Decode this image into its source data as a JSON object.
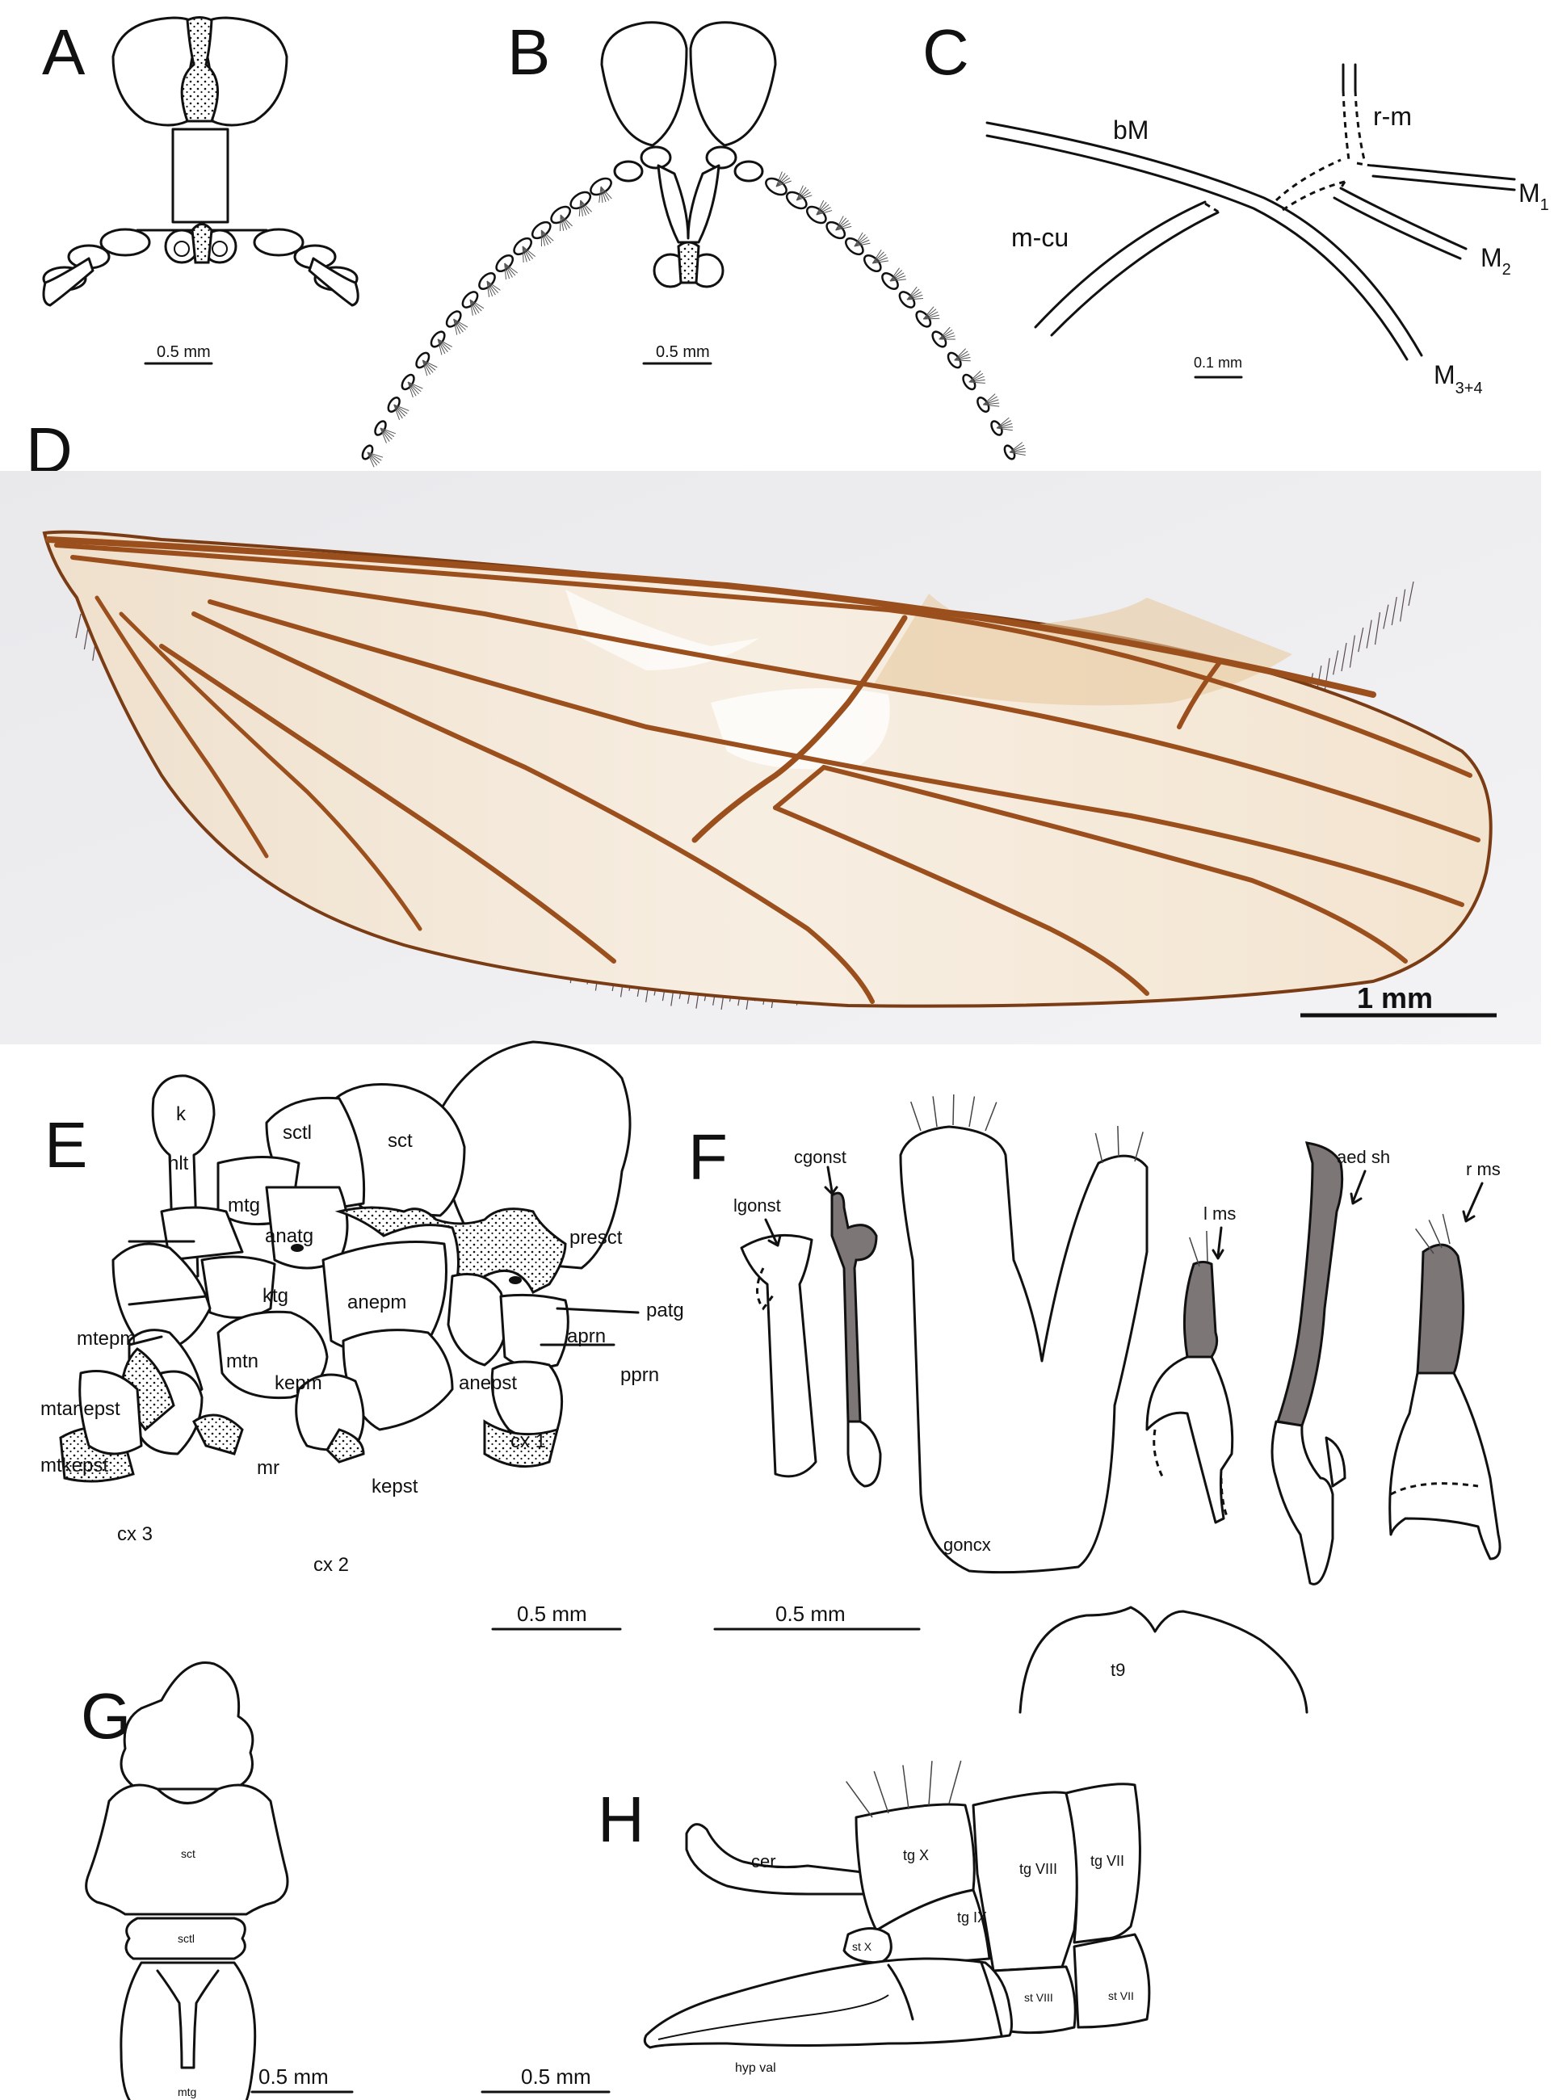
{
  "panels": {
    "A": {
      "letter": "A",
      "scale_label": "0.5 mm"
    },
    "B": {
      "letter": "B",
      "scale_label": "0.5 mm"
    },
    "C": {
      "letter": "C",
      "scale_label": "0.1 mm",
      "labels": {
        "bM": "bM",
        "rm": "r-m",
        "mcu": "m-cu",
        "m1": "M",
        "m1_sub": "1",
        "m2": "M",
        "m2_sub": "2",
        "m34": "M",
        "m34_sub": "3+4"
      }
    },
    "D": {
      "letter": "D",
      "scale_label": "1 mm"
    },
    "E": {
      "letter": "E",
      "scale_label": "0.5 mm",
      "labels": {
        "k": "k",
        "hlt": "hlt",
        "sctl": "sctl",
        "sct": "sct",
        "mtg": "mtg",
        "anatg": "anatg",
        "presct": "presct",
        "patg": "patg",
        "aprn": "aprn",
        "pprn": "pprn",
        "ktg": "ktg",
        "anepm": "anepm",
        "mtepm": "mtepm",
        "mtn": "mtn",
        "kepm": "kepm",
        "anepst": "anepst",
        "mtanepst": "mtanepst",
        "mtkepst": "mtkepst",
        "mr": "mr",
        "kepst": "kepst",
        "cx1": "cx 1",
        "cx2": "cx 2",
        "cx3": "cx 3"
      }
    },
    "F": {
      "letter": "F",
      "scale_label": "0.5 mm",
      "labels": {
        "cgonst": "cgonst",
        "lgonst": "lgonst",
        "goncx": "goncx",
        "lms": "l ms",
        "aedsh": "aed sh",
        "rms": "r ms",
        "t9": "t9"
      }
    },
    "G": {
      "letter": "G",
      "scale_label": "0.5 mm",
      "labels": {
        "sct": "sct",
        "sctl": "sctl",
        "mtg": "mtg"
      }
    },
    "H": {
      "letter": "H",
      "scale_label": "0.5 mm",
      "labels": {
        "cer": "cer",
        "tgX": "tg X",
        "tgIX": "tg IX",
        "tgVIII": "tg VIII",
        "tgVII": "tg VII",
        "stX": "st X",
        "stVIII": "st VIII",
        "stVII": "st VII",
        "hypval": "hyp val"
      }
    }
  },
  "colors": {
    "wing_vein": "#9a4f1d",
    "wing_membrane": "#f4e9dc",
    "sclerite_shade": "#7d7677"
  }
}
